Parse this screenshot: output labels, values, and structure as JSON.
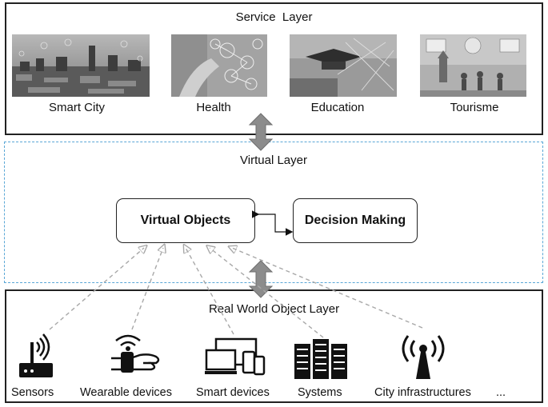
{
  "service_layer": {
    "title": "Service  Layer",
    "items": [
      {
        "label": "Smart City",
        "icon": "smart-city-photo"
      },
      {
        "label": "Health",
        "icon": "health-photo"
      },
      {
        "label": "Education",
        "icon": "education-photo"
      },
      {
        "label": "Tourisme",
        "icon": "tourism-photo"
      }
    ]
  },
  "virtual_layer": {
    "title": "Virtual Layer",
    "virtual_objects": "Virtual Objects",
    "decision_making": "Decision Making"
  },
  "real_layer": {
    "title": "Real World Object Layer",
    "devices": [
      {
        "label": "Sensors",
        "icon": "router-sensor-icon"
      },
      {
        "label": "Wearable devices",
        "icon": "wearable-wristband-icon"
      },
      {
        "label": "Smart devices",
        "icon": "smart-devices-icon"
      },
      {
        "label": "Systems",
        "icon": "server-rack-icon"
      },
      {
        "label": "City infrastructures",
        "icon": "antenna-tower-icon"
      }
    ],
    "ellipsis": "..."
  },
  "colors": {
    "dashed_border": "#5aa7d6",
    "arrow_gray": "#8c8c8c",
    "connector_gray": "#a8a8a8"
  }
}
